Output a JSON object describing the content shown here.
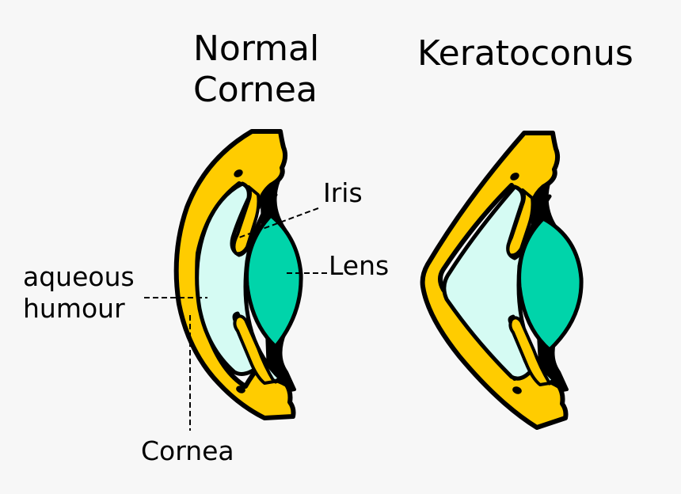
{
  "titles": {
    "normal": "Normal\nCornea",
    "keratoconus": "Keratoconus"
  },
  "labels": {
    "iris": "Iris",
    "lens": "Lens",
    "aqueous_humour": "aqueous\nhumour",
    "cornea": "Cornea"
  },
  "colors": {
    "background": "#f7f7f7",
    "cornea_sclera": "#ffcc00",
    "aqueous_humour": "#d5fbf3",
    "lens": "#00d4aa",
    "outline": "#000000"
  },
  "panels": [
    {
      "id": "normal",
      "title": "Normal Cornea",
      "shape": "dome"
    },
    {
      "id": "keratoconus",
      "title": "Keratoconus",
      "shape": "cone"
    }
  ]
}
